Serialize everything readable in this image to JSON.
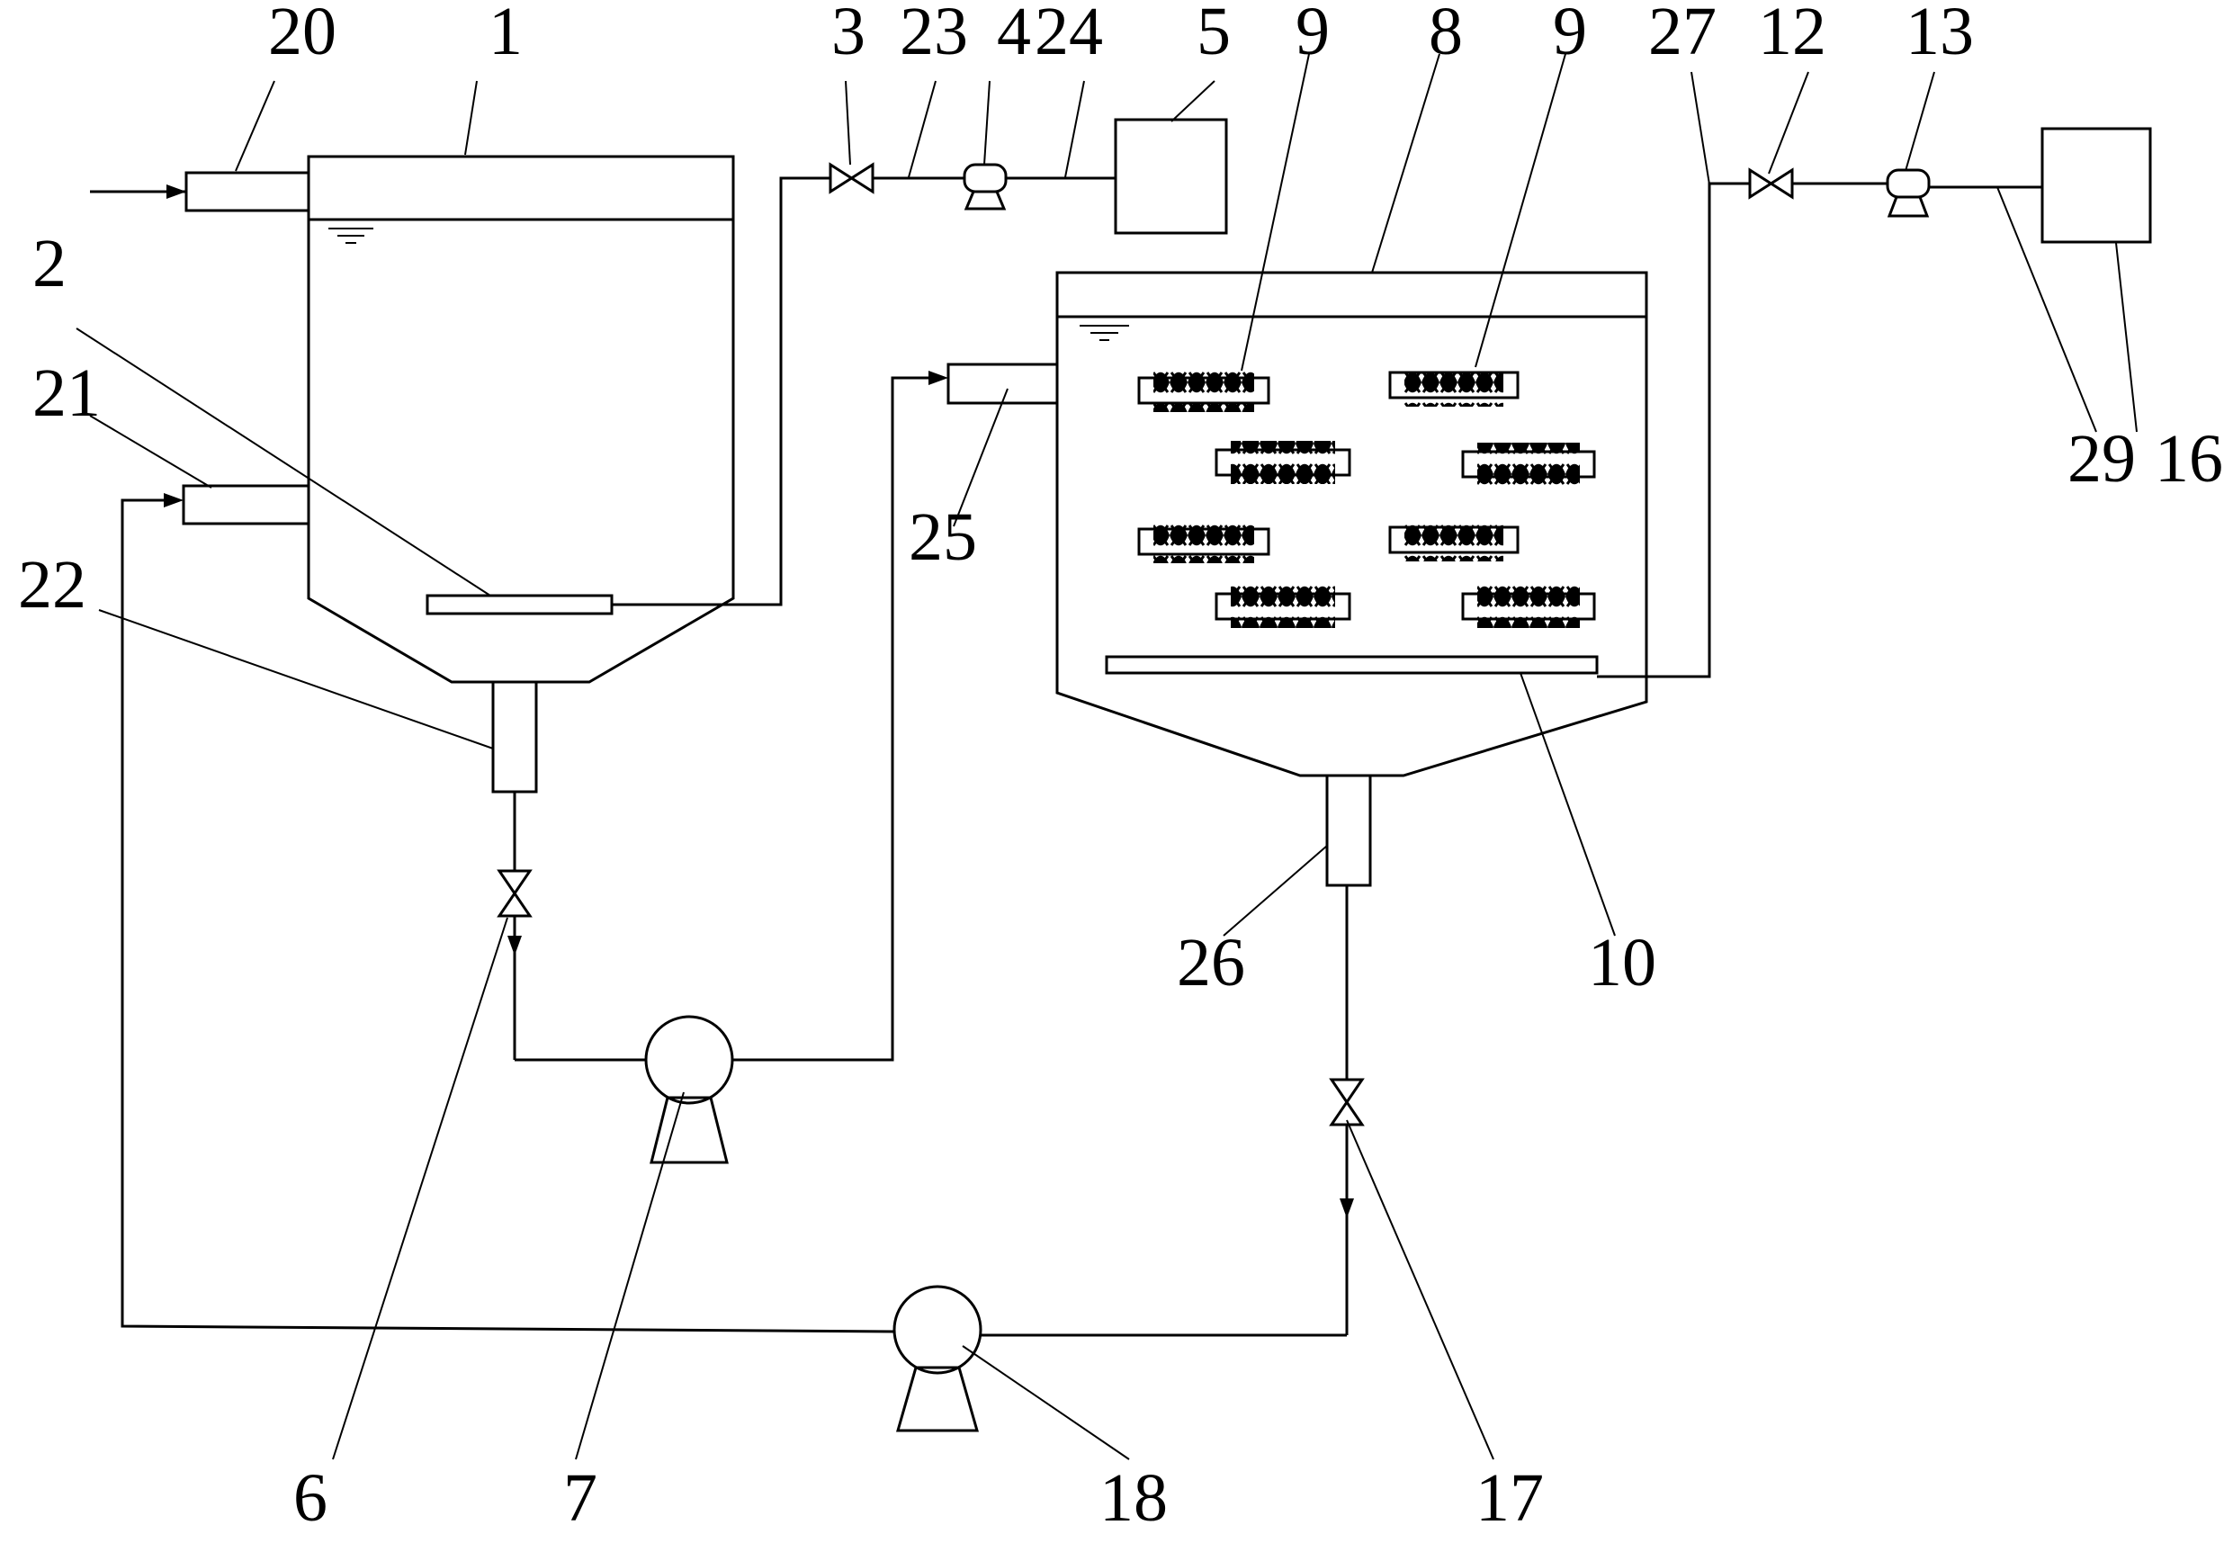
{
  "labels": {
    "n1": "1",
    "n2": "2",
    "n3": "3",
    "n4": "4",
    "n5": "5",
    "n6": "6",
    "n7": "7",
    "n8": "8",
    "n9a": "9",
    "n9b": "9",
    "n10": "10",
    "n12": "12",
    "n13": "13",
    "n16": "16",
    "n17": "17",
    "n18": "18",
    "n20": "20",
    "n21": "21",
    "n22": "22",
    "n23": "23",
    "n24": "24",
    "n25": "25",
    "n26": "26",
    "n27": "27",
    "n29": "29"
  },
  "carrier_modules": {
    "count": 8,
    "icon": "biofilm-carrier-icon"
  },
  "colors": {
    "line": "#000000",
    "background": "#ffffff"
  }
}
